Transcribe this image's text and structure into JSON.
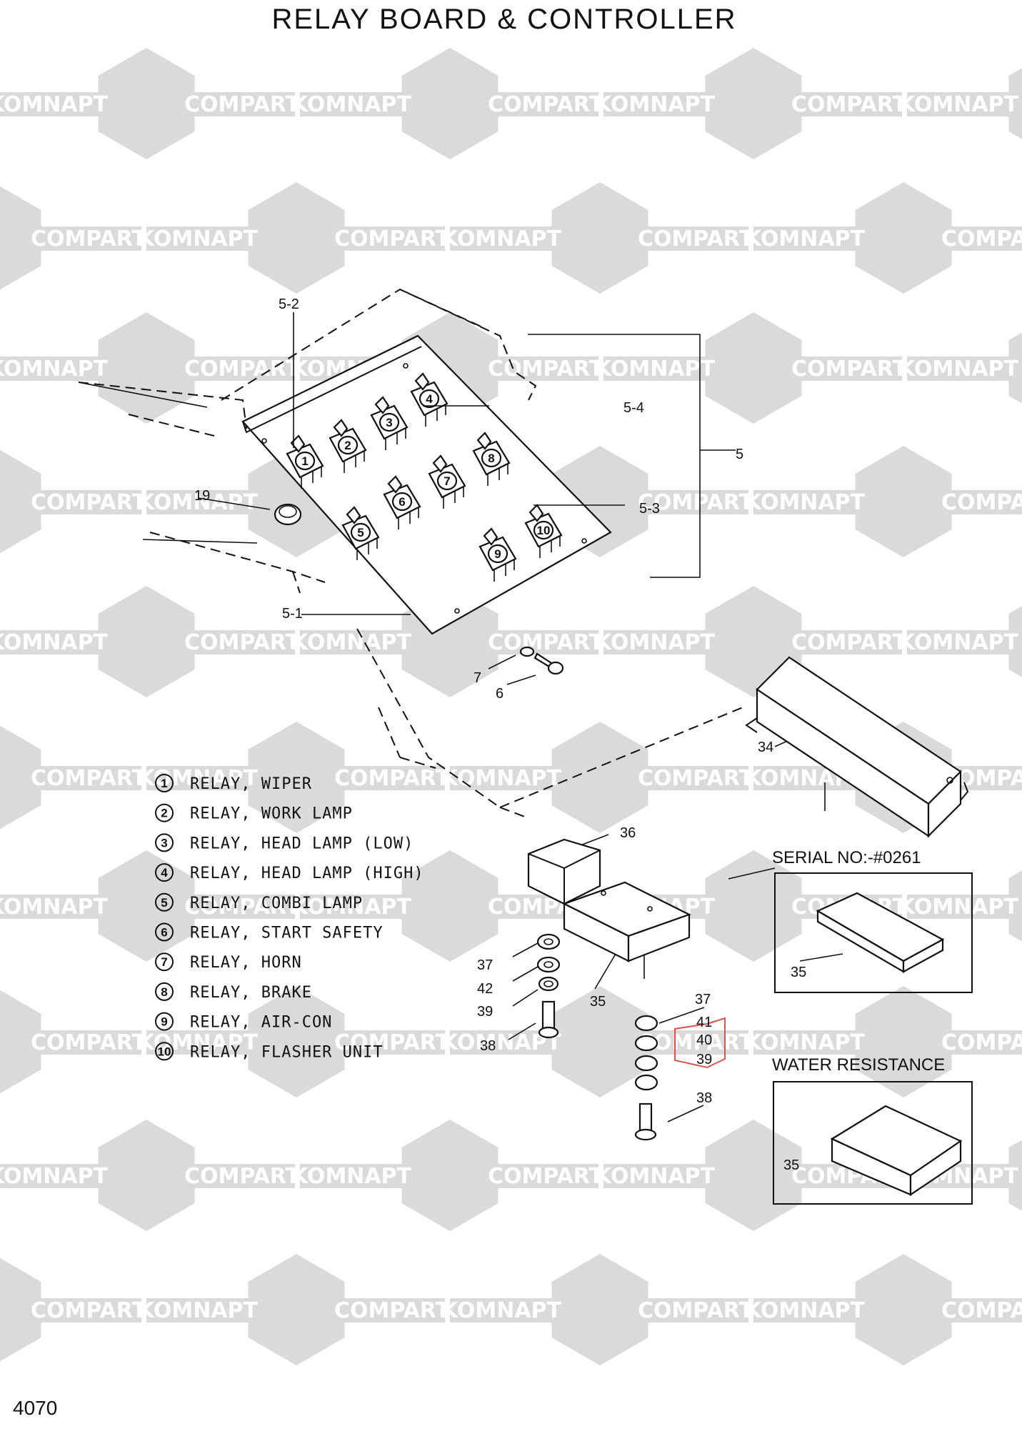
{
  "title": "RELAY BOARD & CONTROLLER",
  "page_number": "4070",
  "watermark": {
    "text_a": "KOMNAPT",
    "text_b": "COMPART",
    "color": "#dadada"
  },
  "callouts": {
    "c5_2": "5-2",
    "c5_4": "5-4",
    "c5": "5",
    "c5_3": "5-3",
    "c5_1": "5-1",
    "c19": "19",
    "c7": "7",
    "c6": "6",
    "c34": "34",
    "c36": "36",
    "c37a": "37",
    "c42": "42",
    "c39a": "39",
    "c38a": "38",
    "c35a": "35",
    "c37b": "37",
    "c41": "41",
    "c40": "40",
    "c39b": "39",
    "c38b": "38"
  },
  "relay_numbers": [
    "1",
    "2",
    "3",
    "4",
    "5",
    "6",
    "7",
    "8",
    "9",
    "10"
  ],
  "highlight_color": "#d9534f",
  "serial_box": {
    "label": "SERIAL NO:-#0261",
    "part": "35"
  },
  "water_box": {
    "label": "WATER RESISTANCE",
    "part": "35"
  },
  "legend": [
    {
      "num": "1",
      "text": "RELAY, WIPER"
    },
    {
      "num": "2",
      "text": "RELAY, WORK LAMP"
    },
    {
      "num": "3",
      "text": "RELAY, HEAD LAMP (LOW)"
    },
    {
      "num": "4",
      "text": "RELAY, HEAD LAMP (HIGH)"
    },
    {
      "num": "5",
      "text": "RELAY, COMBI LAMP"
    },
    {
      "num": "6",
      "text": "RELAY, START SAFETY"
    },
    {
      "num": "7",
      "text": "RELAY, HORN"
    },
    {
      "num": "8",
      "text": "RELAY, BRAKE"
    },
    {
      "num": "9",
      "text": "RELAY, AIR-CON"
    },
    {
      "num": "10",
      "text": "RELAY, FLASHER UNIT"
    }
  ]
}
